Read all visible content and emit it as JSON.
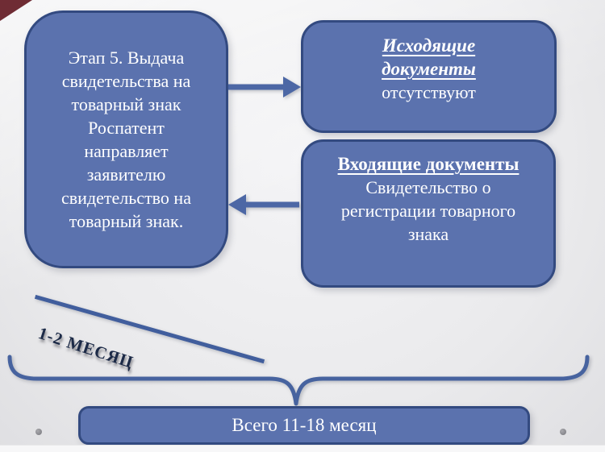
{
  "colors": {
    "box_fill": "#5b72ae",
    "box_border": "#334a80",
    "connector_blue": "#4c67a5",
    "timeline_line": "#415e9d",
    "corner_accent_maroon": "#6f2c34",
    "background": "#eaeaec",
    "box_text": "#ffffff",
    "duration_text": "#1c2a47",
    "dot_gray": "#8a8a8e"
  },
  "stage_box": {
    "text": "Этап 5. Выдача свидетельства на товарный знак Роспатент направляет заявителю свидетельство на товарный знак."
  },
  "outgoing_box": {
    "title_line1": "Исходящие",
    "title_line2": "документы",
    "body": "отсутствуют"
  },
  "incoming_box": {
    "title": "Входящие документы",
    "body": "Свидетельство о регистрации товарного знака"
  },
  "timeline": {
    "duration_label": "1-2 МЕСЯЦ",
    "total_label": "Всего 11-18 месяц"
  },
  "icons": {
    "arrow_right": "arrow-right-icon",
    "arrow_left": "arrow-left-icon",
    "brace": "horizontal-brace-icon"
  }
}
